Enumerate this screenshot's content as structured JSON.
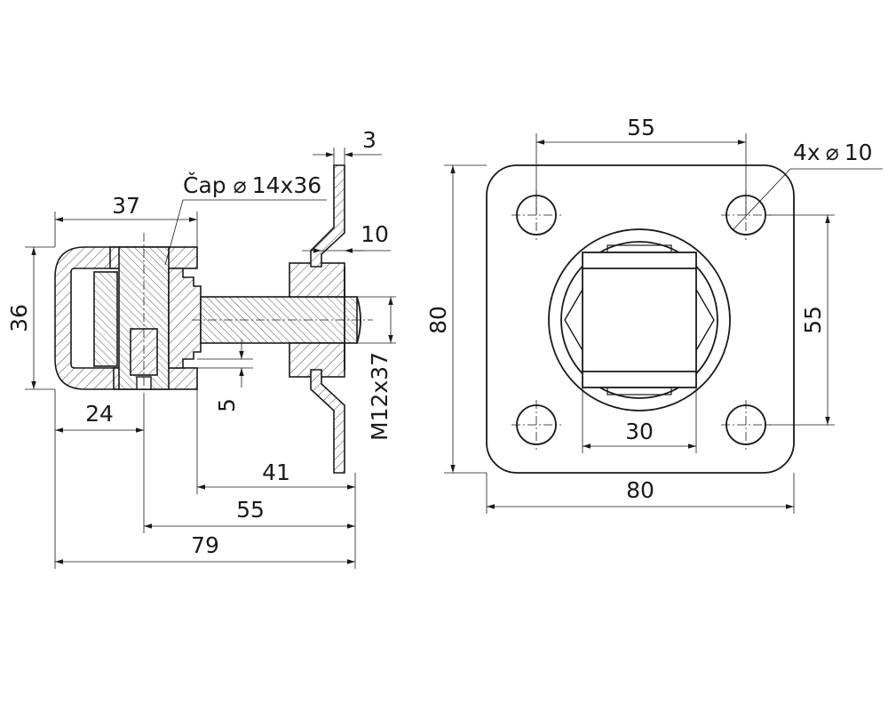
{
  "side_view": {
    "dims": {
      "d37": "37",
      "d36": "36",
      "d24": "24",
      "d5": "5",
      "d41": "41",
      "d55": "55",
      "d79": "79",
      "d3": "3",
      "d10": "10",
      "thread": "M12x37"
    },
    "pin_label": "Čap",
    "pin_size": "14x36",
    "diameter_symbol": "⌀"
  },
  "front_view": {
    "dims": {
      "hole_spacing_top": "55",
      "hole_spacing_right": "55",
      "width": "80",
      "height": "80",
      "square": "30"
    },
    "holes_prefix": "4x",
    "holes_diameter": "10",
    "diameter_symbol": "⌀"
  }
}
